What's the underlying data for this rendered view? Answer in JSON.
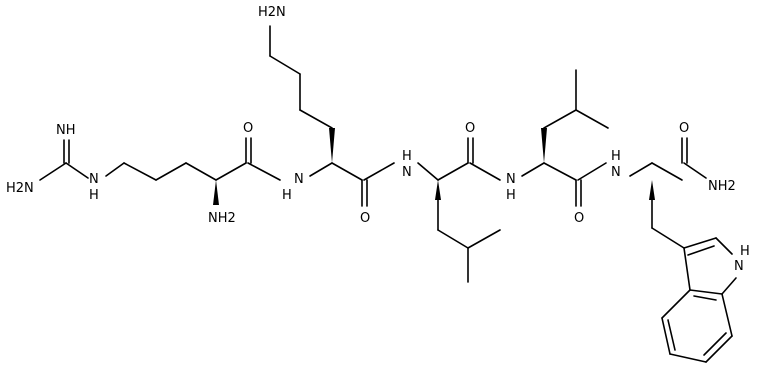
{
  "molecule": {
    "labels": {
      "arg_imine": "NH",
      "arg_nh2": "H2N",
      "arg_guanidine_nh": "N",
      "arg_guanidine_nh_h": "H",
      "arg_alpha_nh2": "NH2",
      "arg_co_o": "O",
      "lys_nh2": "H2N",
      "lys_amide_nh": "N",
      "lys_amide_h": "H",
      "lys_co_o": "O",
      "leu1_amide_nh": "N",
      "leu1_amide_h": "H",
      "leu1_co_o": "O",
      "leu2_amide_nh": "N",
      "leu2_amide_h": "H",
      "leu2_co_o": "O",
      "trp_amide_nh": "N",
      "trp_amide_h": "H",
      "trp_co_o": "O",
      "trp_c_nh2": "NH2",
      "indole_n": "N",
      "indole_h": "H"
    }
  }
}
